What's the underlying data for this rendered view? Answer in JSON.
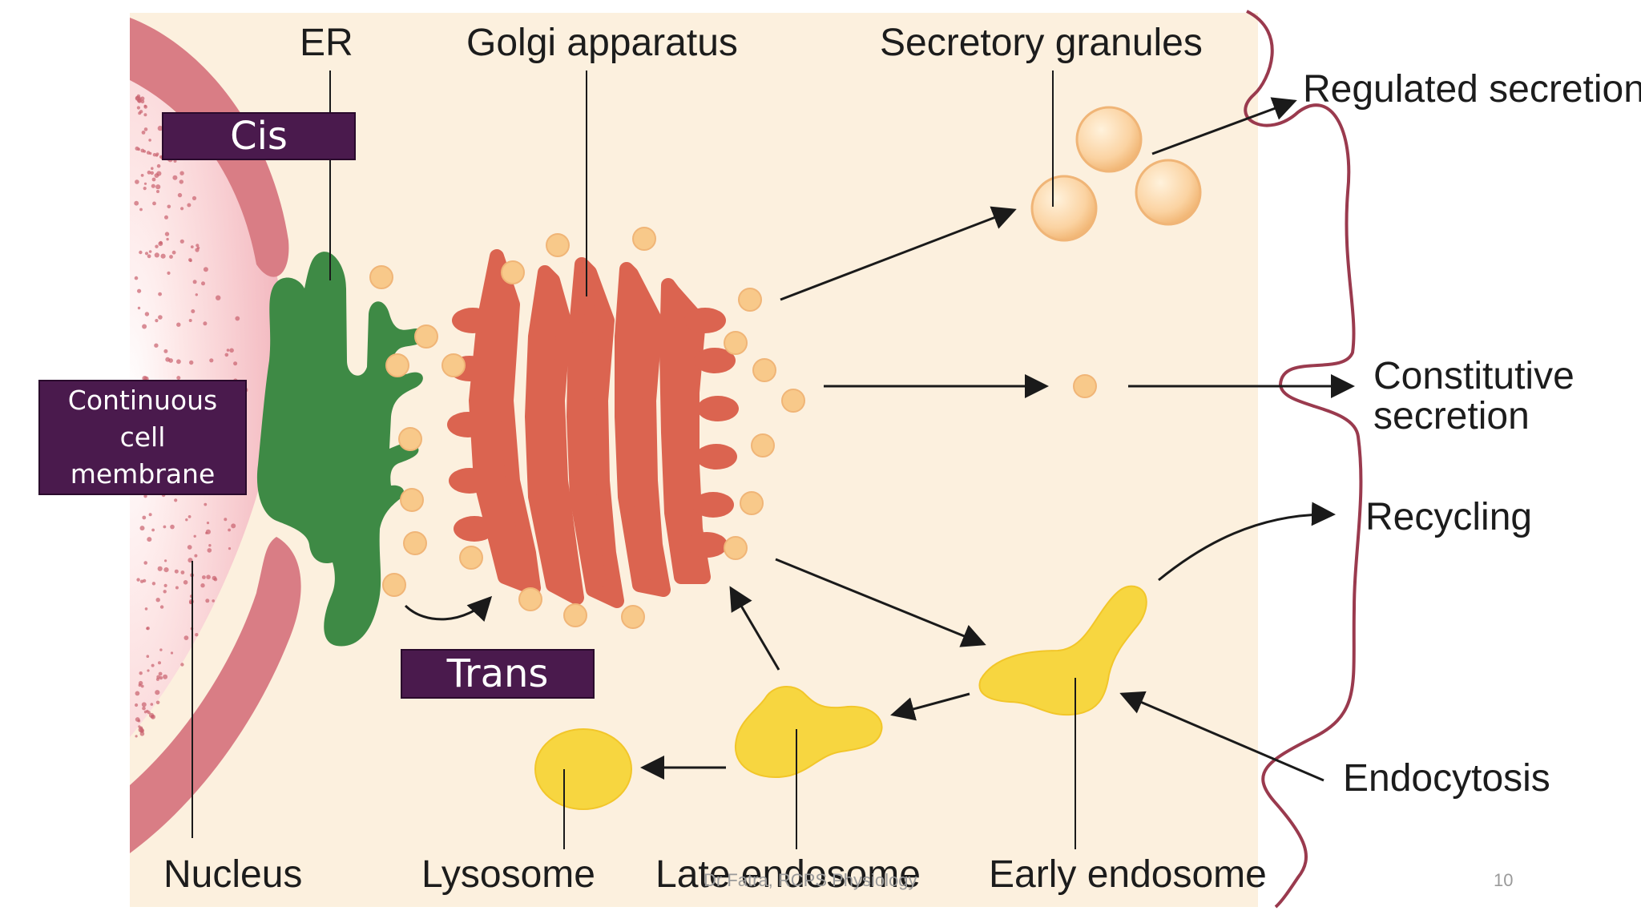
{
  "labels": {
    "er": "ER",
    "golgi": "Golgi apparatus",
    "secretory_granules": "Secretory granules",
    "regulated_secretion": "Regulated secretion",
    "constitutive_line1": "Constitutive",
    "constitutive_line2": "secretion",
    "recycling": "Recycling",
    "endocytosis": "Endocytosis",
    "nucleus": "Nucleus",
    "lysosome": "Lysosome",
    "late_endosome": "Late endosome",
    "early_endosome": "Early endosome"
  },
  "boxes": {
    "cis": "Cis",
    "trans": "Trans",
    "membrane_line1": "Continuous",
    "membrane_line2": "cell",
    "membrane_line3": "membrane"
  },
  "footer": {
    "credit": "Dr Fatra, RCPS Physiology",
    "page_number": "10"
  },
  "colors": {
    "cytoplasm": "#fcf0de",
    "nucleus": "#d97d85",
    "er": "#3e8a45",
    "golgi": "#db6450",
    "vesicle": "#f8c98a",
    "endosome": "#f7d640",
    "membrane": "#9a3a4e",
    "label_box": "#4a1a4d"
  }
}
